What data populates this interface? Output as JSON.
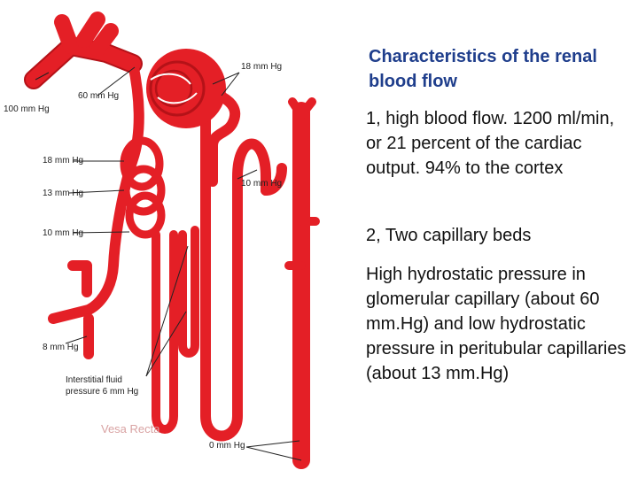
{
  "colors": {
    "vessel": "#e41f26",
    "vessel_dark": "#b51218",
    "title": "#1f3e8c",
    "label": "#222222",
    "faded_label": "#d9a3a3"
  },
  "text": {
    "title": "Characteristics of the renal blood flow",
    "point1": "1, high blood flow. 1200 ml/min, or 21 percent of the cardiac output. 94% to the cortex",
    "point2": "2, Two capillary beds",
    "point3": "High hydrostatic pressure in glomerular capillary (about 60 mm.Hg) and low hydrostatic pressure in peritubular capillaries (about 13 mm.Hg)"
  },
  "diagram": {
    "labels": {
      "p100": "100 mm Hg",
      "p60": "60 mm Hg",
      "p18_top": "18 mm Hg",
      "p18_left": "18 mm Hg",
      "p13": "13 mm Hg",
      "p10_left": "10 mm Hg",
      "p10_right": "10 mm Hg",
      "p8": "8 mm Hg",
      "interstitial_line1": "Interstitial fluid",
      "interstitial_line2": "pressure 6 mm Hg",
      "p0": "0 mm Hg",
      "vasa": "Vesa Recta"
    }
  }
}
